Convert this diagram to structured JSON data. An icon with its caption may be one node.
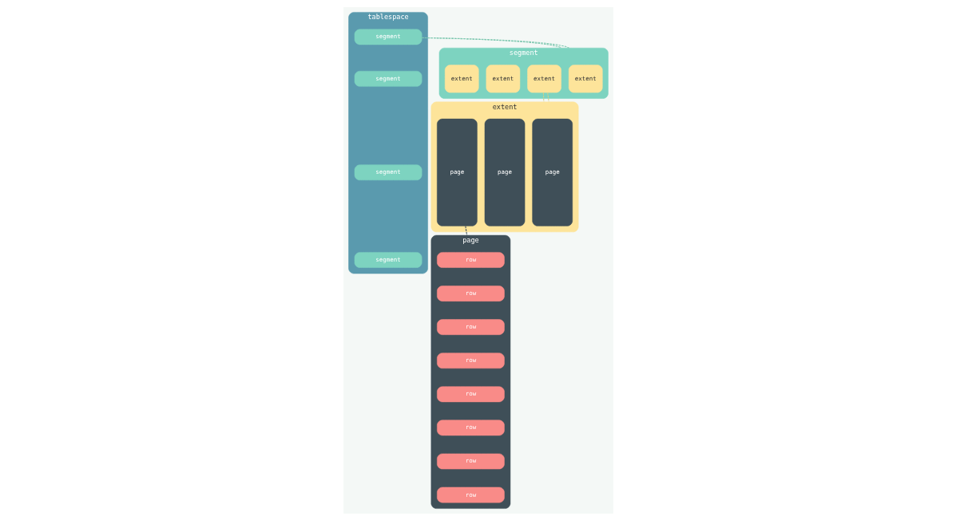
{
  "diagram": {
    "nodes": [
      {
        "text": [
          "tablespace"
        ]
      },
      {
        "text": [
          "segment"
        ],
        "in": 0
      },
      {
        "text": [
          "segment"
        ],
        "in": 0
      },
      {
        "text": [
          "segment"
        ],
        "in": 0
      },
      {
        "text": [
          "segment"
        ],
        "in": 0
      },
      {
        "text": [
          "segment"
        ]
      },
      {
        "text": [
          "extent"
        ],
        "in": 5
      },
      {
        "text": [
          "extent"
        ],
        "in": 5
      },
      {
        "text": [
          "extent"
        ],
        "in": 5
      },
      {
        "text": [
          "extent"
        ],
        "in": 5
      },
      {
        "text": [
          "extent"
        ]
      },
      {
        "text": [
          "page"
        ],
        "in": 10
      },
      {
        "text": [
          "page"
        ],
        "in": 10
      },
      {
        "text": [
          "page"
        ],
        "in": 10
      },
      {
        "text": [
          "page"
        ]
      },
      {
        "text": [
          "row"
        ],
        "in": 14
      },
      {
        "text": [
          "row"
        ],
        "in": 14
      },
      {
        "text": [
          "row"
        ],
        "in": 14
      },
      {
        "text": [
          "row"
        ],
        "in": 14
      },
      {
        "text": [
          "row"
        ],
        "in": 14
      },
      {
        "text": [
          "row"
        ],
        "in": 14
      },
      {
        "text": [
          "row"
        ],
        "in": 14
      },
      {
        "text": [
          "row"
        ],
        "in": 14
      }
    ],
    "edges": [
      {
        "from": 1,
        "to": 5,
        "arrow": "none",
        "style": "dashed",
        "color": "#7fc8b0"
      },
      {
        "from": 1,
        "to": 5,
        "arrow": "none",
        "style": "dashed",
        "color": "#7fc8b0"
      },
      {
        "from": 7,
        "to": 10,
        "arrow": "none",
        "style": "dashed",
        "color": "#d9d080"
      },
      {
        "from": 7,
        "to": 10,
        "arrow": "none",
        "style": "dashed",
        "color": "#d9d080"
      },
      {
        "from": 13,
        "to": 14,
        "arrow": "none",
        "style": "dashed",
        "color": "#3f4f58"
      }
    ]
  }
}
